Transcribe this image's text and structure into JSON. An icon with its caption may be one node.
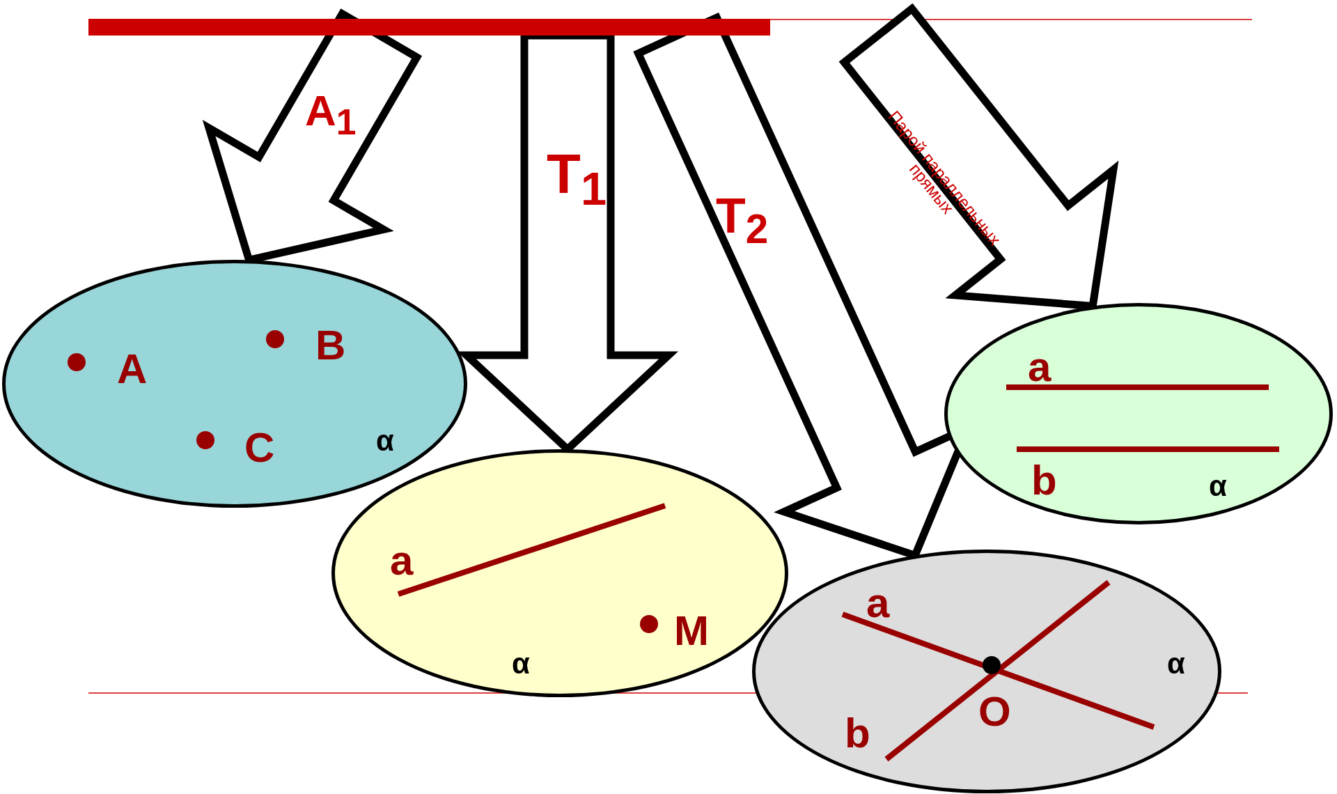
{
  "diagram": {
    "nodes": [
      {
        "text": [],
        "shape": "bar"
      },
      {
        "text": [
          "A",
          "B",
          "C",
          "α"
        ]
      },
      {
        "text": [
          "a",
          "M",
          "α"
        ]
      },
      {
        "text": [
          "a",
          "b",
          "α"
        ]
      },
      {
        "text": [
          "a",
          "b",
          "O",
          "α"
        ]
      }
    ],
    "edges": [
      {
        "from": 0,
        "to": 1,
        "arrow": "to",
        "label": "A$_{1}$"
      },
      {
        "from": 0,
        "to": 2,
        "arrow": "to",
        "label": "T$_{1}$"
      },
      {
        "from": 0,
        "to": 4,
        "arrow": "to",
        "label": "T$_{2}$"
      },
      {
        "from": 0,
        "to": 3,
        "arrow": "to",
        "label": "Парой параллельных прямых"
      }
    ]
  }
}
